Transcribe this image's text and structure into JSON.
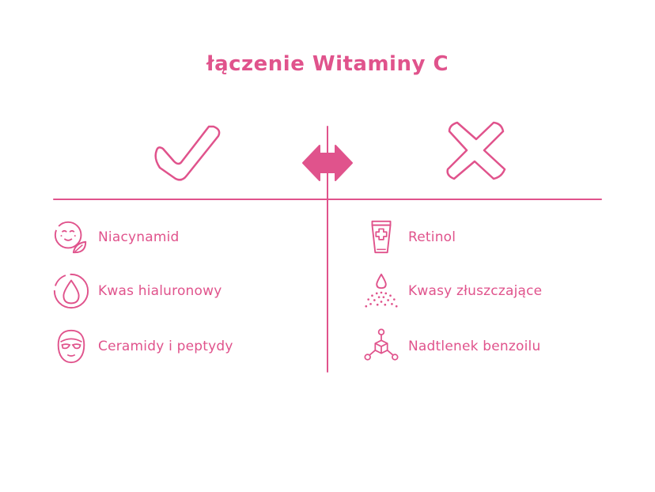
{
  "title": "łączenie Witaminy C",
  "colors": {
    "accent": "#e0538c"
  },
  "left": {
    "symbol": "check-icon",
    "items": [
      {
        "icon": "face-leaf-icon",
        "label": "Niacynamid"
      },
      {
        "icon": "droplet-icon",
        "label": "Kwas hialuronowy"
      },
      {
        "icon": "face-mask-icon",
        "label": "Ceramidy i peptydy"
      }
    ]
  },
  "right": {
    "symbol": "cross-icon",
    "items": [
      {
        "icon": "cream-tube-icon",
        "label": "Retinol"
      },
      {
        "icon": "spray-droplet-icon",
        "label": "Kwasy złuszczające"
      },
      {
        "icon": "molecule-icon",
        "label": "Nadtlenek benzoilu"
      }
    ]
  }
}
